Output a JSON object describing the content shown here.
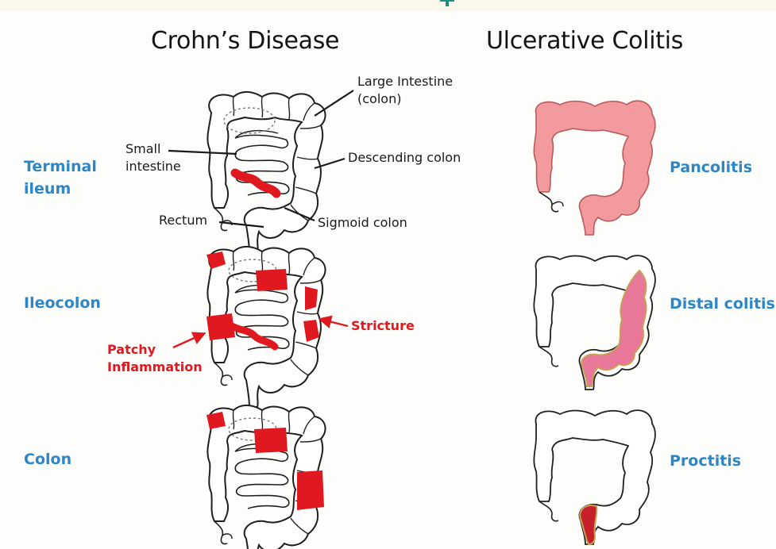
{
  "titles": {
    "left": "Crohn’s Disease",
    "right": "Ulcerative Colitis"
  },
  "crohns_rows": [
    {
      "label": [
        "Terminal",
        "ileum"
      ]
    },
    {
      "label": [
        "Ileocolon"
      ]
    },
    {
      "label": [
        "Colon"
      ]
    }
  ],
  "uc_rows": [
    {
      "label": "Pancolitis"
    },
    {
      "label": "Distal colitis"
    },
    {
      "label": "Proctitis"
    }
  ],
  "anatomy_labels": {
    "large_intestine": [
      "Large Intestine",
      "(colon)"
    ],
    "small_intestine": [
      "Small",
      "intestine"
    ],
    "descending_colon": "Descending colon",
    "rectum": "Rectum",
    "sigmoid_colon": "Sigmoid colon"
  },
  "pathology_labels": {
    "stricture": "Stricture",
    "patchy": [
      "Patchy",
      "Inflammation"
    ]
  },
  "colors": {
    "label_blue": "#2f86c6",
    "inflammation_red": "#e0181f",
    "pancolitis_pink": "#f29a9e",
    "distal_pink": "#e8779a",
    "outline": "#1f1f1f",
    "accent_teal": "#1f8f82"
  }
}
